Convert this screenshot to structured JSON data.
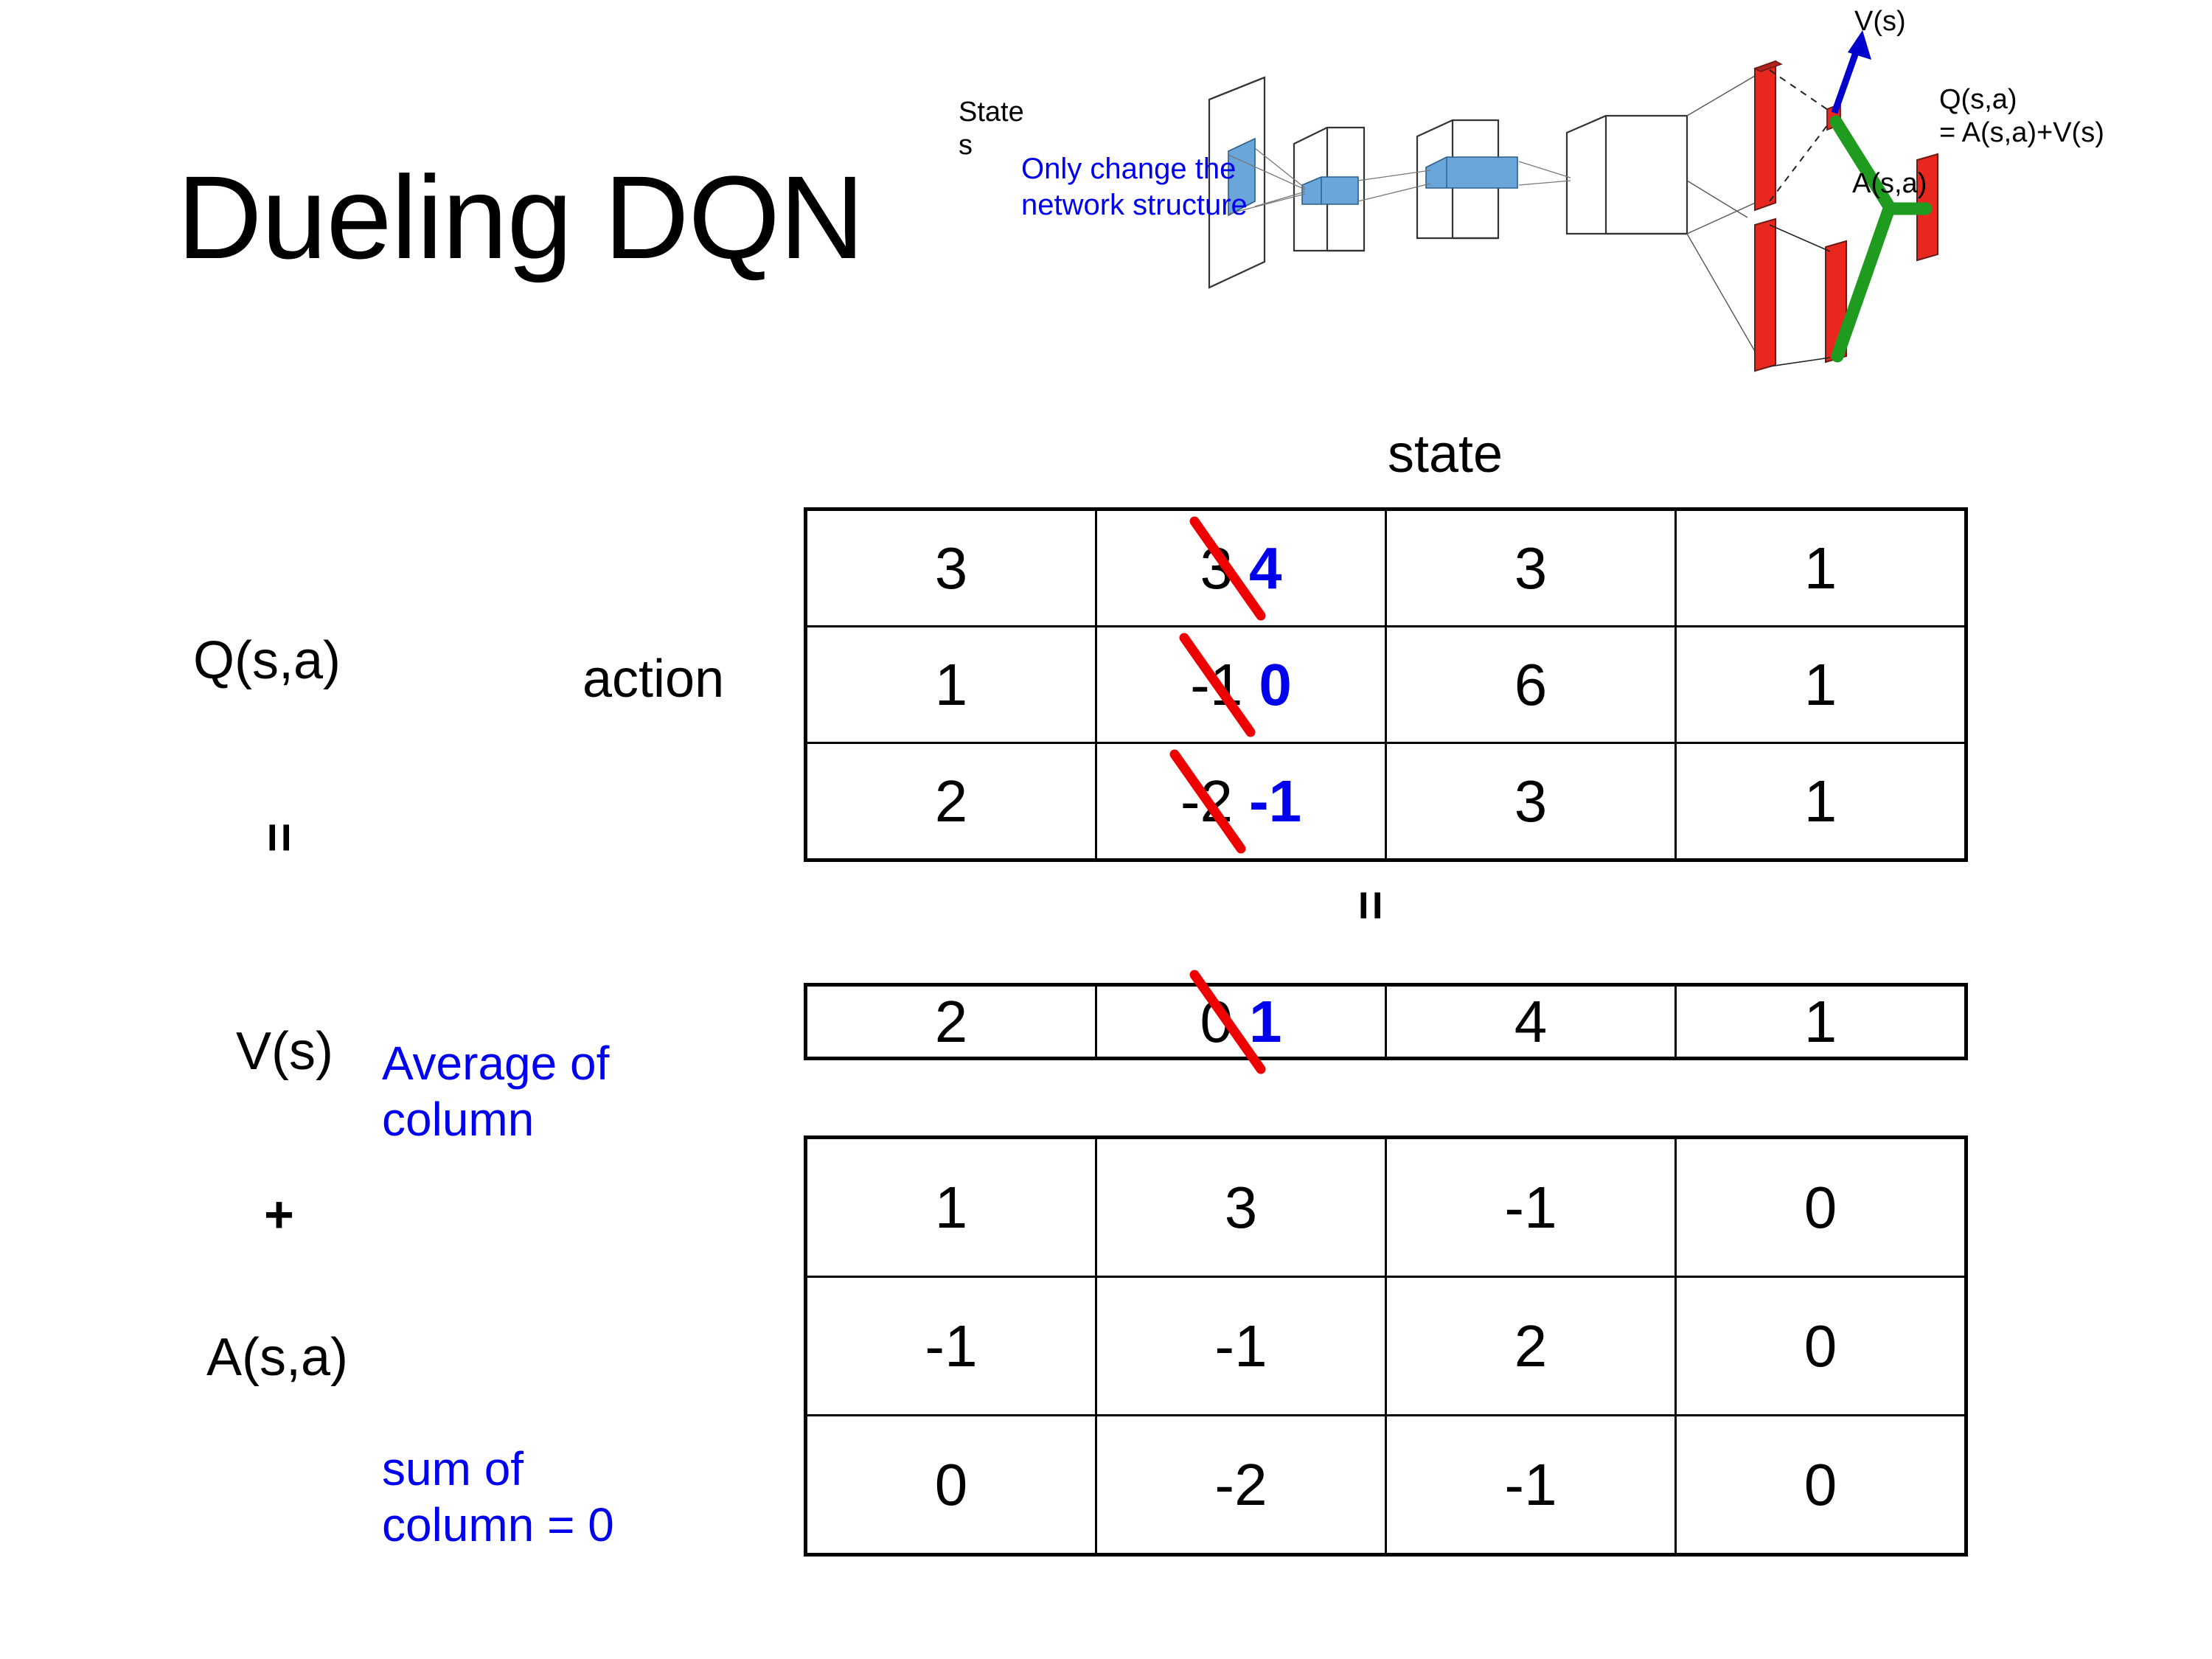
{
  "slide": {
    "title": "Dueling DQN"
  },
  "diagram": {
    "input_label_line1": "State",
    "input_label_line2": "s",
    "value_output_label": "V(s)",
    "advantage_output_label": "A(s,a)",
    "q_output_label_line1": "Q(s,a)",
    "q_output_label_line2": "= A(s,a)+V(s)",
    "note_line1": "Only change the",
    "note_line2": "network structure",
    "colors": {
      "note": "#0000ee",
      "arrow": "#0000cc",
      "bars": "#e8281e",
      "merge": "#1f9b1f",
      "blue_block": "#6aa6d9"
    }
  },
  "labels": {
    "q_label": "Q(s,a)",
    "v_label": "V(s)",
    "a_label": "A(s,a)",
    "equals_1": "=",
    "equals_2": "=",
    "plus_1": "+",
    "plus_2": "+",
    "action_header": "action",
    "state_header": "state",
    "v_note_line1": "Average of",
    "v_note_line2": "column",
    "a_note_line1": "sum of",
    "a_note_line2": "column = 0"
  },
  "colors": {
    "edit_new": "#0000ee",
    "strike": "#ee0000",
    "text": "#000000",
    "background": "#ffffff"
  },
  "chart_data": {
    "type": "table",
    "title": "Dueling DQN  Q(s,a) = V(s) + A(s,a)",
    "tables": [
      {
        "name": "Q(s,a)",
        "row_axis": "action",
        "col_axis": "state",
        "rows": 3,
        "cols": 4,
        "values": [
          [
            3,
            3,
            3,
            1
          ],
          [
            1,
            -1,
            6,
            1
          ],
          [
            2,
            -2,
            3,
            1
          ]
        ],
        "edits": [
          {
            "row": 0,
            "col": 1,
            "old": "3",
            "new": "4"
          },
          {
            "row": 1,
            "col": 1,
            "old": "-1",
            "new": "0"
          },
          {
            "row": 2,
            "col": 1,
            "old": "-2",
            "new": "-1"
          }
        ]
      },
      {
        "name": "V(s)",
        "rows": 1,
        "cols": 4,
        "values": [
          [
            2,
            0,
            4,
            1
          ]
        ],
        "edits": [
          {
            "row": 0,
            "col": 1,
            "old": "0",
            "new": "1"
          }
        ]
      },
      {
        "name": "A(s,a)",
        "rows": 3,
        "cols": 4,
        "values": [
          [
            1,
            3,
            -1,
            0
          ],
          [
            -1,
            -1,
            2,
            0
          ],
          [
            0,
            -2,
            -1,
            0
          ]
        ],
        "edits": []
      }
    ]
  },
  "q_cells": {
    "r0c0": "3",
    "r0c1_old": "3",
    "r0c1_new": "4",
    "r0c2": "3",
    "r0c3": "1",
    "r1c0": "1",
    "r1c1_old": "-1",
    "r1c1_new": "0",
    "r1c2": "6",
    "r1c3": "1",
    "r2c0": "2",
    "r2c1_old": "-2",
    "r2c1_new": "-1",
    "r2c2": "3",
    "r2c3": "1"
  },
  "v_cells": {
    "c0": "2",
    "c1_old": "0",
    "c1_new": "1",
    "c2": "4",
    "c3": "1"
  },
  "a_cells": {
    "r0c0": "1",
    "r0c1": "3",
    "r0c2": "-1",
    "r0c3": "0",
    "r1c0": "-1",
    "r1c1": "-1",
    "r1c2": "2",
    "r1c3": "0",
    "r2c0": "0",
    "r2c1": "-2",
    "r2c2": "-1",
    "r2c3": "0"
  }
}
